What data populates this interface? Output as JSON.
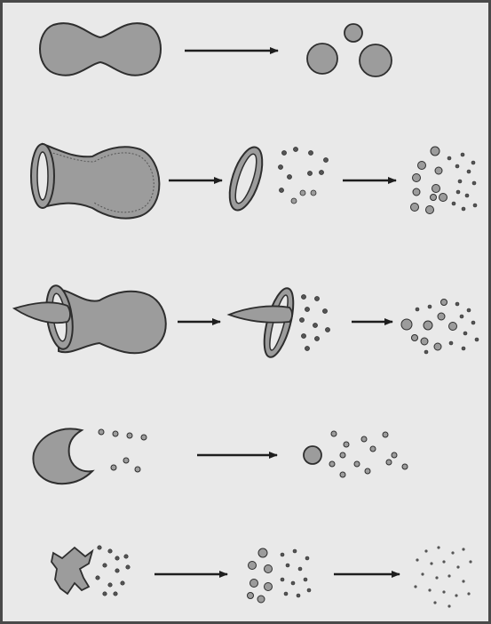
{
  "figure": {
    "type": "breakup-sequence-diagram",
    "rows": [
      {
        "id": "row-1",
        "stages": [
          "dumbbell-drop",
          "three-droplets"
        ],
        "arrows": 1
      },
      {
        "id": "row-2",
        "stages": [
          "drop-with-hollow-rim",
          "ring-and-fine-drops",
          "mixed-droplets"
        ],
        "arrows": 2
      },
      {
        "id": "row-3",
        "stages": [
          "drop-with-rim-and-spike",
          "spike-ring-and-drops",
          "mixed-droplets"
        ],
        "arrows": 2
      },
      {
        "id": "row-4",
        "stages": [
          "crescent-drop-with-fragments",
          "droplet-cloud"
        ],
        "arrows": 1
      },
      {
        "id": "row-5",
        "stages": [
          "jagged-fragment-with-drops",
          "mixed-droplets",
          "fine-mist"
        ],
        "arrows": 2
      }
    ],
    "colors": {
      "background": "#e9e9e9",
      "fill": "#9c9c9c",
      "stroke": "#2e2e2e",
      "border": "#4a4a4a"
    }
  }
}
